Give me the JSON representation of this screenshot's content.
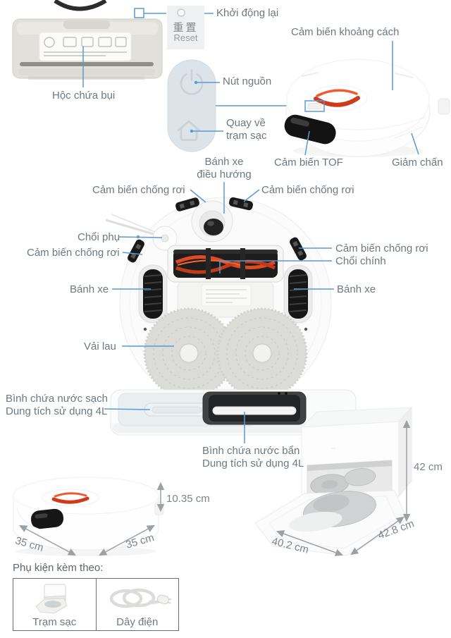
{
  "colors": {
    "callout_line": "#5b9ad2",
    "label_text": "#6e7880",
    "dimension_text": "#7d848a",
    "accent_red": "#d63c1c",
    "panel_blue_gray": "#dde4e9"
  },
  "icons": {
    "power": "power-circle-with-line",
    "home": "house-outline",
    "reset": "pinhole-circle",
    "dimension_arrows": "double-headed-arrow"
  },
  "dust_bin_section": {
    "label": "Hộc chứa bụi"
  },
  "reset_panel": {
    "title_cn": "重置",
    "title_en": "Reset",
    "callout": "Khởi động lại"
  },
  "control_panel": {
    "power_label": "Nút nguồn",
    "home_label_line1": "Quay về",
    "home_label_line2": "trạm sạc"
  },
  "top_view": {
    "distance_sensor_label": "Cảm biến khoảng cách",
    "tof_sensor_label": "Cảm biến TOF",
    "bumper_label": "Giảm chấn"
  },
  "bottom_view": {
    "nav_wheel_label_line1": "Bánh xe",
    "nav_wheel_label_line2": "điều hướng",
    "cliff_sensor_top_left": "Cảm biến chống rơi",
    "cliff_sensor_top_right": "Cảm biến chống rơi",
    "side_brush_label": "Chổi phụ",
    "cliff_sensor_mid_left": "Cảm biến chống rơi",
    "cliff_sensor_mid_right": "Cảm biến chống rơi",
    "main_brush_label": "Chổi chính",
    "left_wheel_label": "Bánh xe",
    "right_wheel_label": "Bánh xe",
    "mop_cloth_label": "Vải lau"
  },
  "tanks": {
    "clean_line1": "Bình chứa nước sạch",
    "clean_line2": "Dung tích sử dụng 4L",
    "dirty_line1": "Bình chứa nước bẩn",
    "dirty_line2": "Dung tích sử dụng 4L"
  },
  "dimensions": {
    "robot_height": "10.35 cm",
    "robot_width": "35 cm",
    "robot_depth": "35 cm",
    "dock_height": "42 cm",
    "dock_width": "40.2 cm",
    "dock_depth": "42.8 cm"
  },
  "accessories": {
    "heading": "Phụ kiện kèm theo:",
    "items": [
      {
        "label": "Trạm sạc"
      },
      {
        "label": "Dây điện"
      }
    ]
  }
}
